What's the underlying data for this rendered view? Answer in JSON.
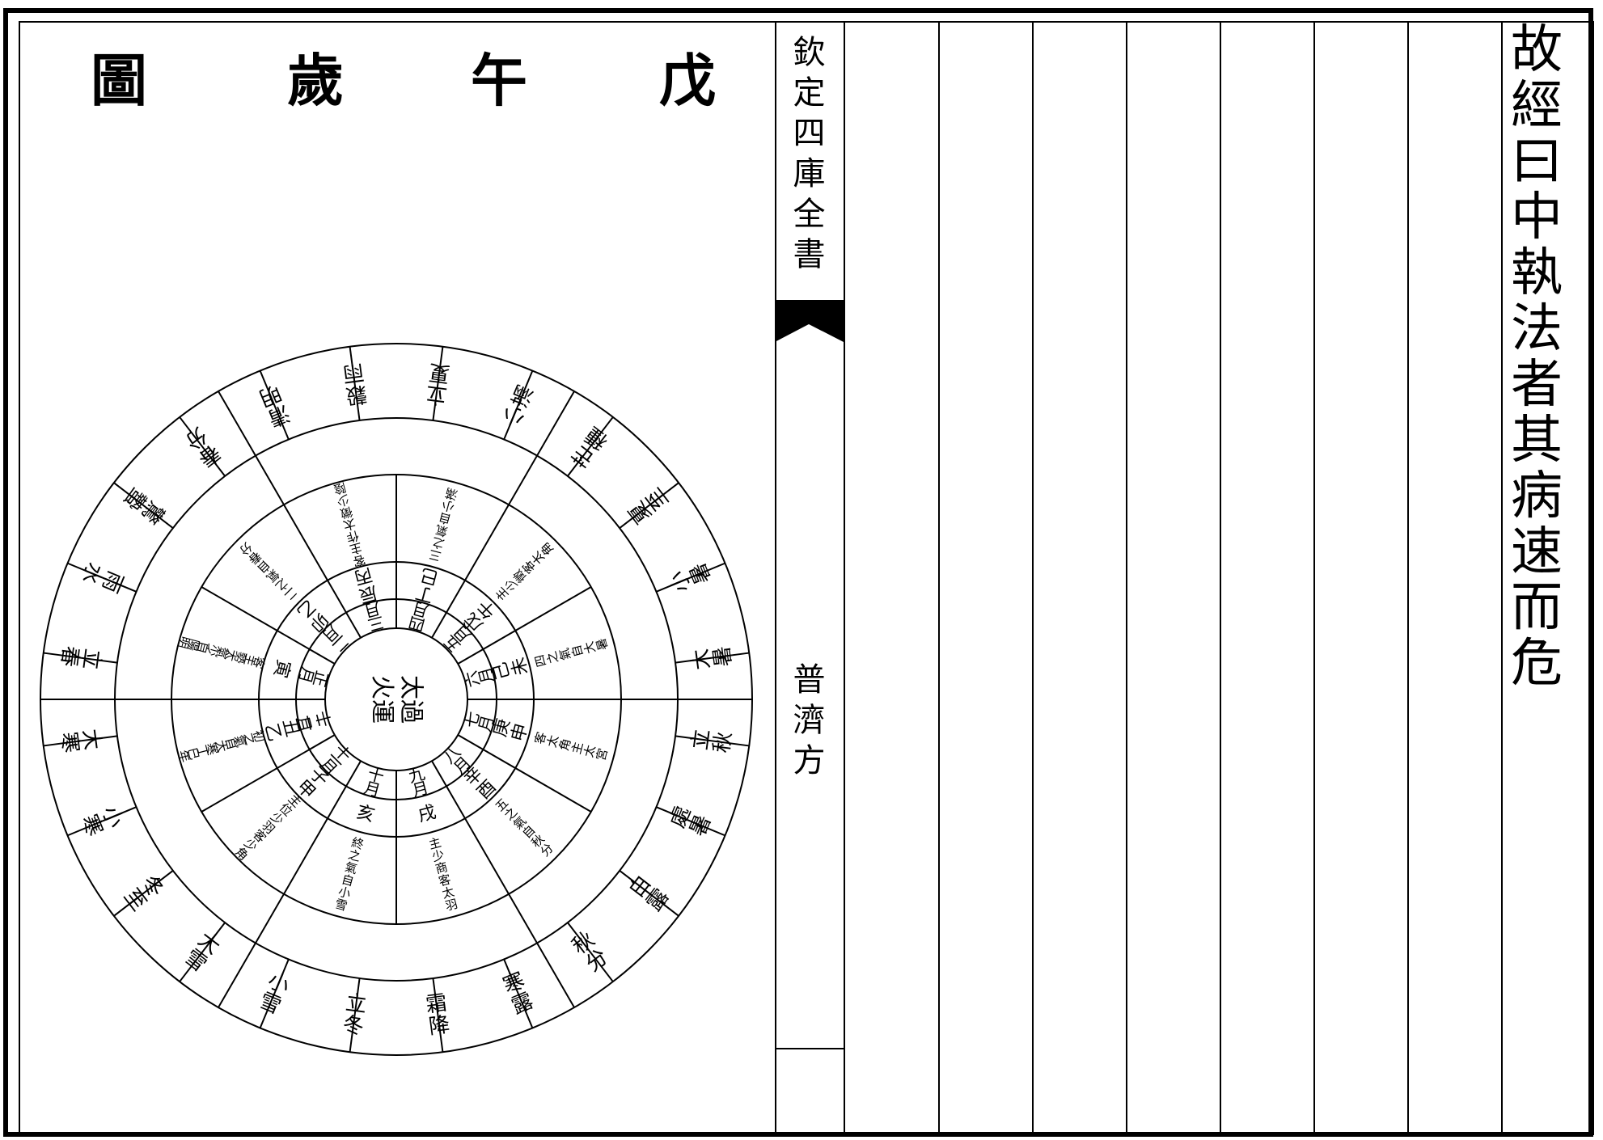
{
  "figure": {
    "title_chars": [
      "戊",
      "午",
      "歲",
      "圖"
    ],
    "center_lines": [
      "太過",
      "火運"
    ],
    "ring1": [
      "正月",
      "二月",
      "三月",
      "四月",
      "五月",
      "六月",
      "七月",
      "八月",
      "九月",
      "十月",
      "十一月",
      "十二月"
    ],
    "ring2": [
      "寅",
      "卯乙",
      "辰丙",
      "丁巳",
      "戊午",
      "己未",
      "庚申",
      "辛酉",
      "戌",
      "亥",
      "子甲",
      "丑乙"
    ],
    "ring3": [
      "客主勢太氣少自陽明",
      "二之氣自春分",
      "客主作太徵少陰",
      "三之氣自小滿",
      "主少徵客太角",
      "四之氣自大暑",
      "客太角主太宮",
      "五之氣自秋分",
      "主少商客太羽",
      "終之氣自小雪",
      "主位少羽客少角",
      "初之氣自大寒丁巳年"
    ],
    "ring4": [
      "立春",
      "雨水",
      "驚蟄",
      "春分",
      "清明",
      "穀雨",
      "立夏",
      "小滿",
      "芒種",
      "夏至",
      "小暑",
      "大暑",
      "立秋",
      "處暑",
      "白露",
      "秋分",
      "寒露",
      "霜降",
      "立冬",
      "小雪",
      "大雪",
      "冬至",
      "小寒",
      "大寒"
    ]
  },
  "banxin": {
    "top_text": "欽定四庫全書",
    "book_title": "普濟方"
  },
  "text_column": "故經曰中執法者其病速而危"
}
